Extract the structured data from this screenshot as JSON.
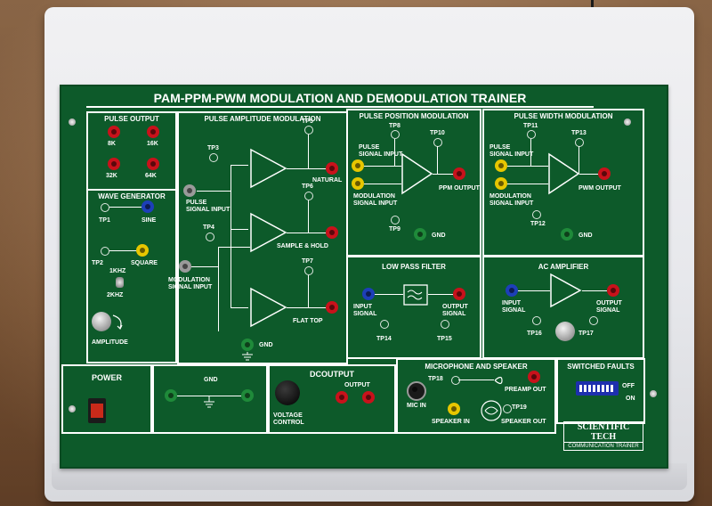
{
  "title": "PAM-PPM-PWM MODULATION AND DEMODULATION TRAINER",
  "panels": {
    "pulse_output": {
      "title": "PULSE OUTPUT",
      "labels": [
        "8K",
        "16K",
        "32K",
        "64K"
      ]
    },
    "wave_generator": {
      "title": "WAVE GENERATOR",
      "tp1": "TP1",
      "sine": "SINE",
      "tp2": "TP2",
      "square": "SQUARE",
      "freq_1k": "1KHZ",
      "freq_2k": "2KHZ",
      "amplitude": "AMPLITUDE"
    },
    "pam": {
      "title": "PULSE AMPLITUDE MODULATION",
      "tp3": "TP3",
      "tp4": "TP4",
      "tp5": "TP5",
      "tp6": "TP6",
      "tp7": "TP7",
      "pulse_input": "PULSE\nSIGNAL INPUT",
      "mod_input": "MODULATION\nSIGNAL INPUT",
      "natural": "NATURAL",
      "sample_hold": "SAMPLE & HOLD",
      "flat_top": "FLAT TOP",
      "gnd": "GND"
    },
    "ppm": {
      "title": "PULSE POSITION MODULATION",
      "tp8": "TP8",
      "tp9": "TP9",
      "tp10": "TP10",
      "pulse_input": "PULSE\nSIGNAL INPUT",
      "mod_input": "MODULATION\nSIGNAL INPUT",
      "output": "PPM OUTPUT",
      "gnd": "GND"
    },
    "pwm": {
      "title": "PULSE WIDTH MODULATION",
      "tp11": "TP11",
      "tp12": "TP12",
      "tp13": "TP13",
      "pulse_input": "PULSE\nSIGNAL INPUT",
      "mod_input": "MODULATION\nSIGNAL INPUT",
      "output": "PWM OUTPUT",
      "gnd": "GND"
    },
    "lpf": {
      "title": "LOW PASS FILTER",
      "input": "INPUT\nSIGNAL",
      "output": "OUTPUT\nSIGNAL",
      "tp14": "TP14",
      "tp15": "TP15"
    },
    "ac_amp": {
      "title": "AC AMPLIFIER",
      "input": "INPUT\nSIGNAL",
      "output": "OUTPUT\nSIGNAL",
      "tp16": "TP16",
      "tp17": "TP17"
    },
    "power": {
      "title": "POWER"
    },
    "gnd_panel": {
      "gnd": "GND"
    },
    "dc_output": {
      "title": "DCOUTPUT",
      "output": "OUTPUT",
      "control": "VOLTAGE\nCONTROL"
    },
    "mic_speaker": {
      "title": "MICROPHONE AND SPEAKER",
      "tp18": "TP18",
      "tp19": "TP19",
      "preamp": "PREAMP OUT",
      "mic_in": "MIC IN",
      "speaker_in": "SPEAKER IN",
      "speaker_out": "SPEAKER OUT"
    },
    "faults": {
      "title": "SWITCHED FAULTS",
      "off": "OFF",
      "on": "ON"
    }
  },
  "brand": {
    "name": "SCIENTIFIC TECH",
    "tagline": "COMMUNICATION TRAINER"
  },
  "colors": {
    "board": "#0d5a2a",
    "red_jack": "#c8121b",
    "blue_jack": "#1d3fb8",
    "yellow_jack": "#e7c600",
    "green_jack": "#1f8a3a",
    "grey_jack": "#9a9a9a"
  }
}
